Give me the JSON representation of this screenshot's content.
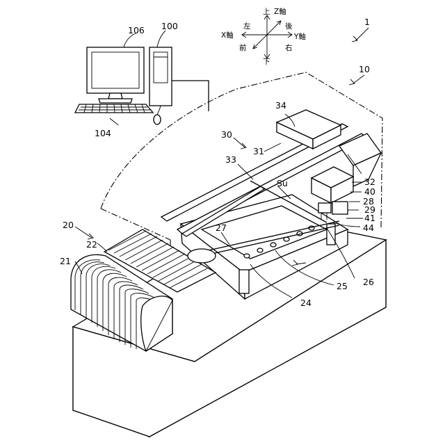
{
  "axes": {
    "up": "上",
    "down": "下",
    "left": "左",
    "right": "右",
    "front": "前",
    "back": "後",
    "x_axis": "X軸",
    "y_axis": "Y軸",
    "z_axis": "Z軸"
  },
  "labels": {
    "l1": "1",
    "l10": "10",
    "l100": "100",
    "l104": "104",
    "l106": "106",
    "l20": "20",
    "l21": "21",
    "l22": "22",
    "l24": "24",
    "l25": "25",
    "l26": "26",
    "l27": "27",
    "l28": "28",
    "l29": "29",
    "l30": "30",
    "l31": "31",
    "l32": "32",
    "l33": "33",
    "l34": "34",
    "l40": "40",
    "l41": "41",
    "l44": "44",
    "su": "Su"
  }
}
